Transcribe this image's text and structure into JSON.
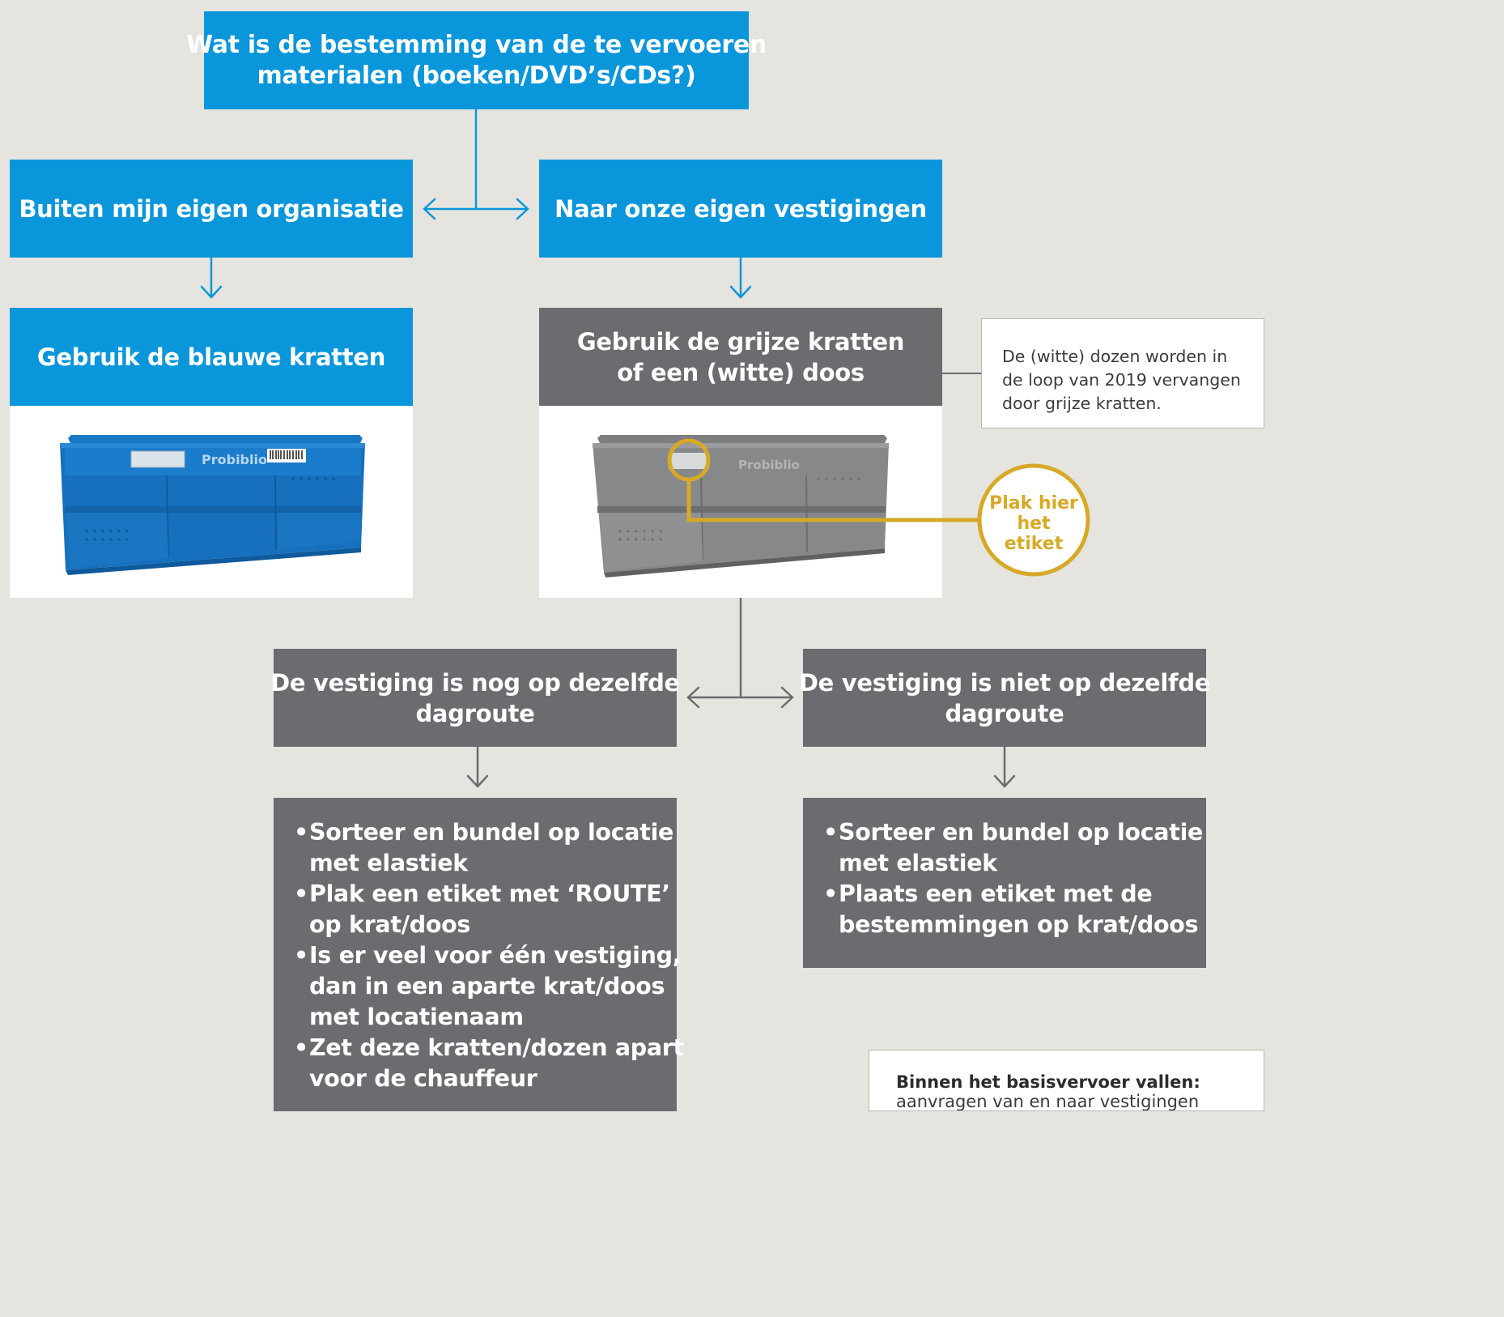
{
  "question": {
    "lines": [
      "Wat is de bestemming van de te vervoeren",
      "materialen (boeken/DVD’s/CDs?)"
    ]
  },
  "options": {
    "external": "Buiten mijn eigen organisatie",
    "internal": "Naar onze eigen vestigingen"
  },
  "actions": {
    "blue_crates": "Gebruik de blauwe kratten",
    "grey_crates_lines": [
      "Gebruik de grijze kratten",
      "of een (witte) doos"
    ]
  },
  "crate_brand": "Probiblio",
  "sticker_label": [
    "Plak hier",
    "het",
    "etiket"
  ],
  "boxes_note": {
    "lines": [
      "De (witte) dozen worden in",
      "de loop van 2019 vervangen",
      "door grijze kratten."
    ]
  },
  "route": {
    "same": [
      "De vestiging is nog op dezelfde",
      "dagroute"
    ],
    "different": [
      "De vestiging is niet op dezelfde",
      "dagroute"
    ]
  },
  "steps_same_route": [
    [
      "Sorteer en bundel op locatie",
      "met elastiek"
    ],
    [
      "Plak een etiket met ‘ROUTE’",
      "op krat/doos"
    ],
    [
      "Is er veel voor één vestiging,",
      "dan in een aparte krat/doos",
      "met locatienaam"
    ],
    [
      "Zet deze kratten/dozen apart",
      "voor de chauffeur"
    ]
  ],
  "steps_other_route": [
    [
      "Sorteer en bundel op locatie",
      "met elastiek"
    ],
    [
      "Plaats een etiket met de",
      "bestemmingen op krat/doos"
    ]
  ],
  "basic_transport_note": {
    "heading": "Binnen het basisvervoer vallen:",
    "text": "aanvragen van en naar vestigingen"
  },
  "colors": {
    "background": "#e5e4de",
    "blue": "#0a96db",
    "grey": "#6b6c70",
    "gold": "#d6a926",
    "connector_blue": "#0a96db",
    "connector_grey": "#6b6c70"
  },
  "icons": {
    "down_arrow": "arrow-down-icon",
    "split_arrow": "double-arrow-icon"
  }
}
